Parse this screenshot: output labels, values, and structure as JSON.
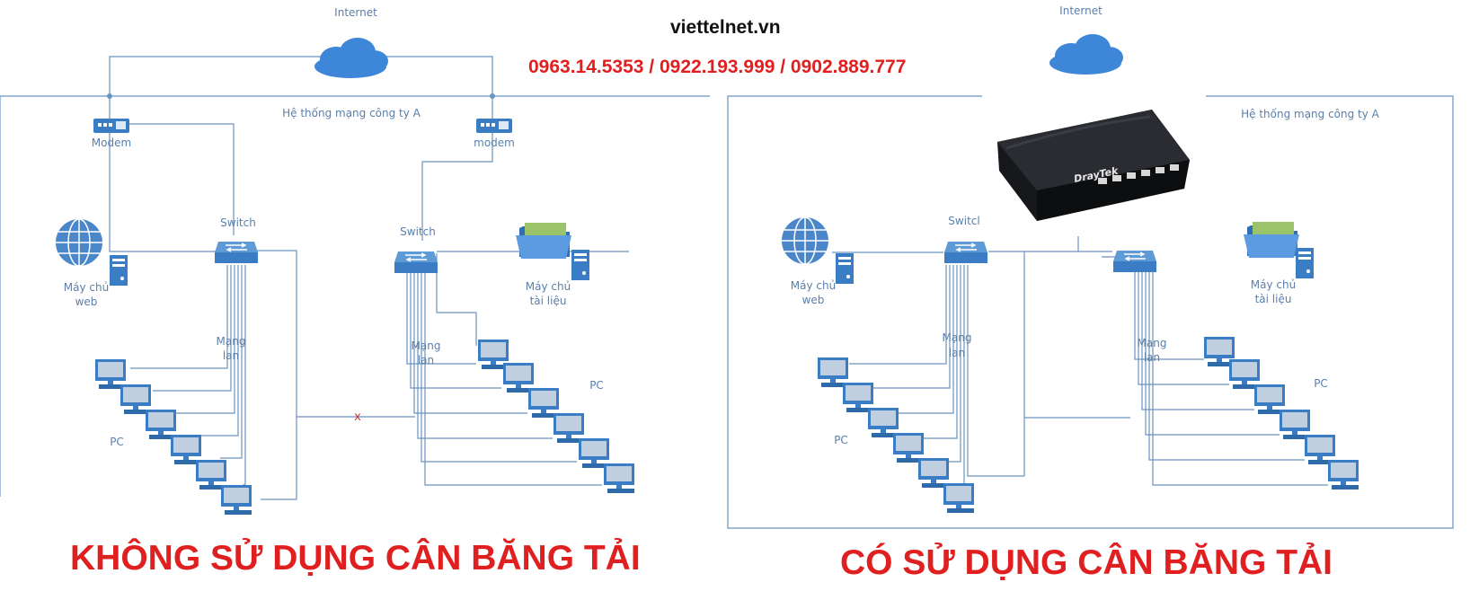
{
  "header": {
    "site": "viettelnet.vn",
    "phones": "0963.14.5353 / 0922.193.999 / 0902.889.777"
  },
  "left": {
    "internet": "Internet",
    "network": "Hệ thống mạng công ty A",
    "modem_left": "Modem",
    "modem_right": "modem",
    "switch_left": "Switch",
    "switch_right": "Switch",
    "web_server": [
      "Máy chủ",
      "web"
    ],
    "doc_server": [
      "Máy chủ",
      "tài liệu"
    ],
    "lan_left": [
      "Mạng",
      "lan"
    ],
    "lan_right": [
      "Mạng",
      "lan"
    ],
    "pc_left": "PC",
    "pc_right": "PC",
    "cut_mark": "x",
    "caption": "KHÔNG SỬ DỤNG CÂN BĂNG TẢI"
  },
  "right": {
    "internet": "Internet",
    "network": "Hệ thống mạng công ty A",
    "switch_left": "Switcl",
    "web_server": [
      "Máy chủ",
      "web"
    ],
    "doc_server": [
      "Máy chủ",
      "tài liệu"
    ],
    "lan_left": [
      "Mạng",
      "lan"
    ],
    "lan_right": [
      "Mạng",
      "lan"
    ],
    "pc_left": "PC",
    "pc_right": "PC",
    "router_brand": "DrayTek",
    "caption": "CÓ SỬ DỤNG CÂN BĂNG TẢI"
  },
  "colors": {
    "line": "#6a93bf",
    "icon_blue": "#4a86c8",
    "caption_red": "#e02020",
    "label_blue": "#5b7fa8"
  }
}
